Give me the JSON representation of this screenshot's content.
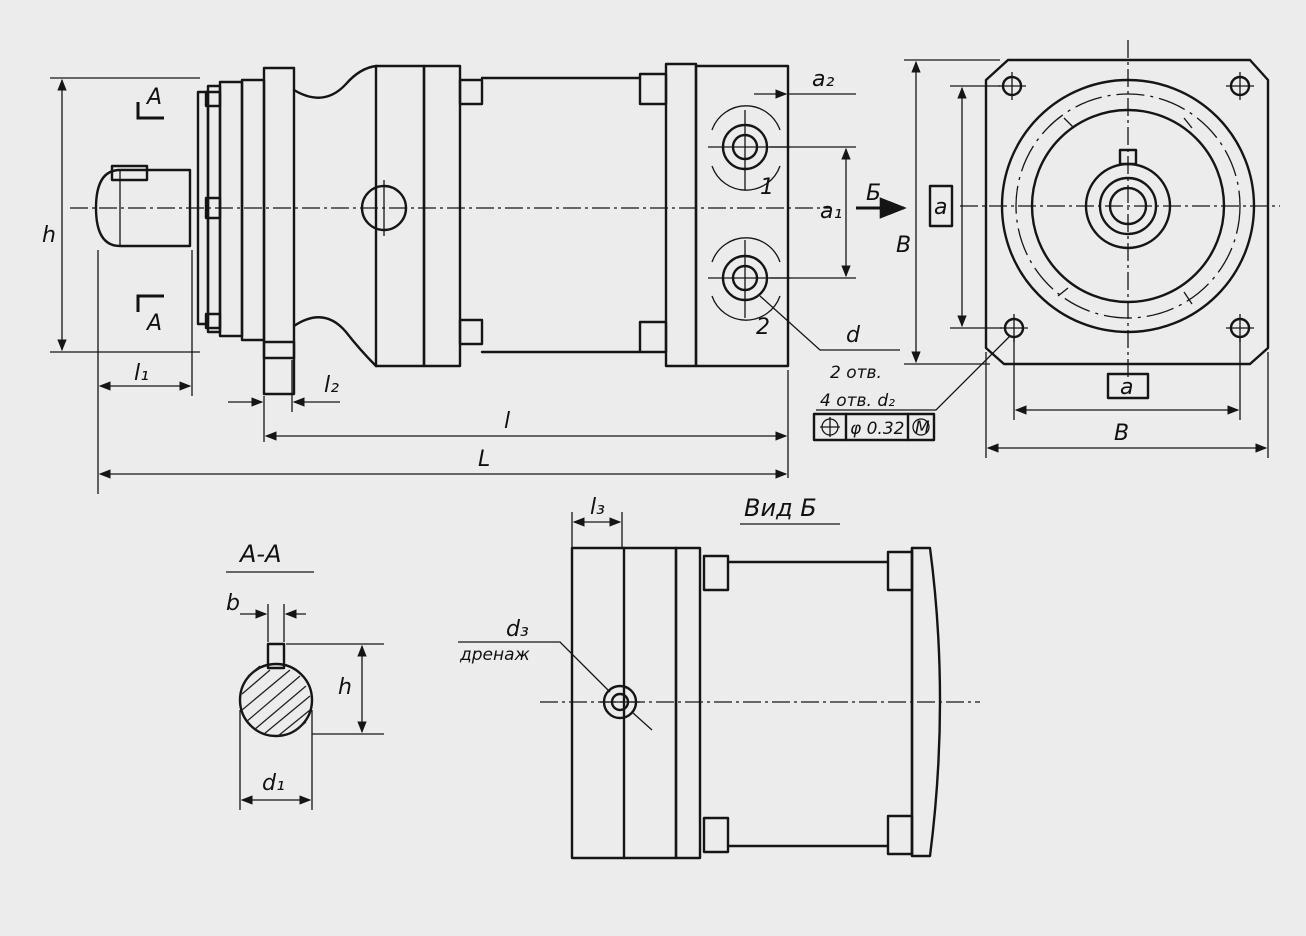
{
  "colors": {
    "paper": "#ececec",
    "ink": "#151515"
  },
  "labels": {
    "section_mark_top": "A",
    "section_mark_bottom": "A",
    "dim_l1": "l₁",
    "dim_l2": "l₂",
    "dim_l": "l",
    "dim_L": "L",
    "dim_l3": "l₃",
    "dim_a1": "a₁",
    "dim_a2": "a₂",
    "dim_h_left": "h",
    "view_arrow": "Б",
    "port_1": "1",
    "port_2": "2",
    "dim_d": "d",
    "note_2holes": "2 отв.",
    "note_4holes": "4 отв. d₂",
    "tolerance_value": "φ 0.32",
    "dim_B_vertical": "B",
    "dim_B_horizontal": "B",
    "dim_a_vertical": "a",
    "dim_a_horizontal": "a",
    "view_b_title": "Вид Б",
    "section_title": "А-А",
    "dim_b": "b",
    "dim_h_section": "h",
    "dim_d1": "d₁",
    "dim_d3": "d₃",
    "drain_label": "дренаж"
  }
}
